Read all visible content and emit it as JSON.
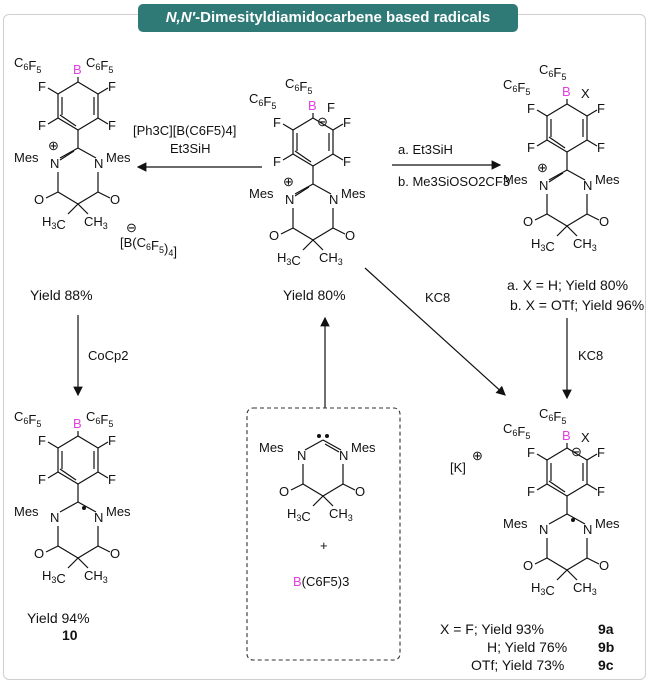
{
  "title": {
    "prefix": "N,N′",
    "rest": "-Dimesityldiamidocarbene based radicals"
  },
  "colors": {
    "banner": "#2f7a76",
    "boron": "#e040e0"
  },
  "atoms": {
    "C6F5": "C6F5",
    "B": "B",
    "F": "F",
    "Mes": "Mes",
    "N": "N",
    "O": "O",
    "H3C": "H3C",
    "CH3": "CH3",
    "X": "X",
    "minus": "⊖",
    "plus": "⊕",
    "K": "[K]"
  },
  "arrows": {
    "left_reagent_1": "[Ph3C][B(C6F5)4]",
    "left_reagent_2": "Et3SiH",
    "right_reagent_a": "a. Et3SiH",
    "right_reagent_b": "b. Me3SiOSO2CF3",
    "down_left": "CoCp2",
    "diag": "KC8",
    "down_right": "KC8"
  },
  "captions": {
    "center": "Yield 80%",
    "left": "Yield  88%",
    "right_a": "a. X = H; Yield  80%",
    "right_b": "b. X = OTf; Yield 96%",
    "bottom_left_yield": "Yield  94%",
    "bottom_left_id": "10",
    "br_1": "X = F; Yield  93%",
    "br_1_id": "9a",
    "br_2": "H; Yield  76%",
    "br_2_id": "9b",
    "br_3": "OTf; Yield  73%",
    "br_3_id": "9c",
    "counterion": "[B(C6F5)4]",
    "box_plus": "+",
    "box_borane": "B(C6F5)3"
  }
}
